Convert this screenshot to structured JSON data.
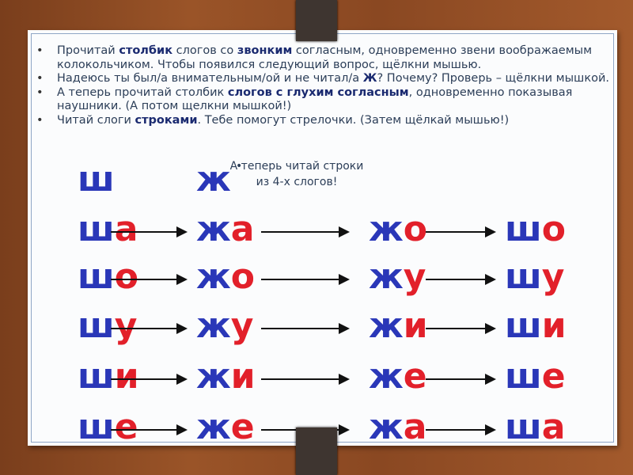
{
  "instructions": [
    {
      "parts": [
        [
          "Прочитай ",
          false
        ],
        [
          "столбик",
          true
        ],
        [
          " слогов со ",
          false
        ],
        [
          "звонким",
          true
        ],
        [
          " согласным, одновременно звени воображаемым колокольчиком. Чтобы появился следующий вопрос, щёлкни мышью.",
          false
        ]
      ]
    },
    {
      "parts": [
        [
          "Надеюсь ты был/а внимательным/ой и не читал/а ",
          false
        ],
        [
          "Ж",
          true
        ],
        [
          "? Почему? Проверь – щёлкни мышкой.",
          false
        ]
      ]
    },
    {
      "parts": [
        [
          "А теперь прочитай столбик ",
          false
        ],
        [
          "слогов с глухим согласным",
          true
        ],
        [
          ", одновременно показывая наушники. (А потом щелкни мышкой!)",
          false
        ]
      ]
    },
    {
      "parts": [
        [
          "Читай слоги ",
          false
        ],
        [
          "строками",
          true
        ],
        [
          ". Тебе помогут стрелочки. (Затем щёлкай мышью!)",
          false
        ]
      ]
    }
  ],
  "note": "А теперь читай строки из 4-х слогов!",
  "colors": {
    "consonant": "#2a37b8",
    "vowel": "#e2202a"
  },
  "rows": [
    [
      [
        "ш",
        ""
      ],
      [
        "ж",
        ""
      ]
    ],
    [
      [
        "ш",
        "а"
      ],
      [
        "ж",
        "а"
      ],
      [
        "ж",
        "о"
      ],
      [
        "ш",
        "о"
      ]
    ],
    [
      [
        "ш",
        "о"
      ],
      [
        "ж",
        "о"
      ],
      [
        "ж",
        "у"
      ],
      [
        "ш",
        "у"
      ]
    ],
    [
      [
        "ш",
        "у"
      ],
      [
        "ж",
        "у"
      ],
      [
        "ж",
        "и"
      ],
      [
        "ш",
        "и"
      ]
    ],
    [
      [
        "ш",
        "и"
      ],
      [
        "ж",
        "и"
      ],
      [
        "ж",
        "е"
      ],
      [
        "ш",
        "е"
      ]
    ],
    [
      [
        "ш",
        "е"
      ],
      [
        "ж",
        "е"
      ],
      [
        "ж",
        "а"
      ],
      [
        "ш",
        "а"
      ]
    ]
  ]
}
